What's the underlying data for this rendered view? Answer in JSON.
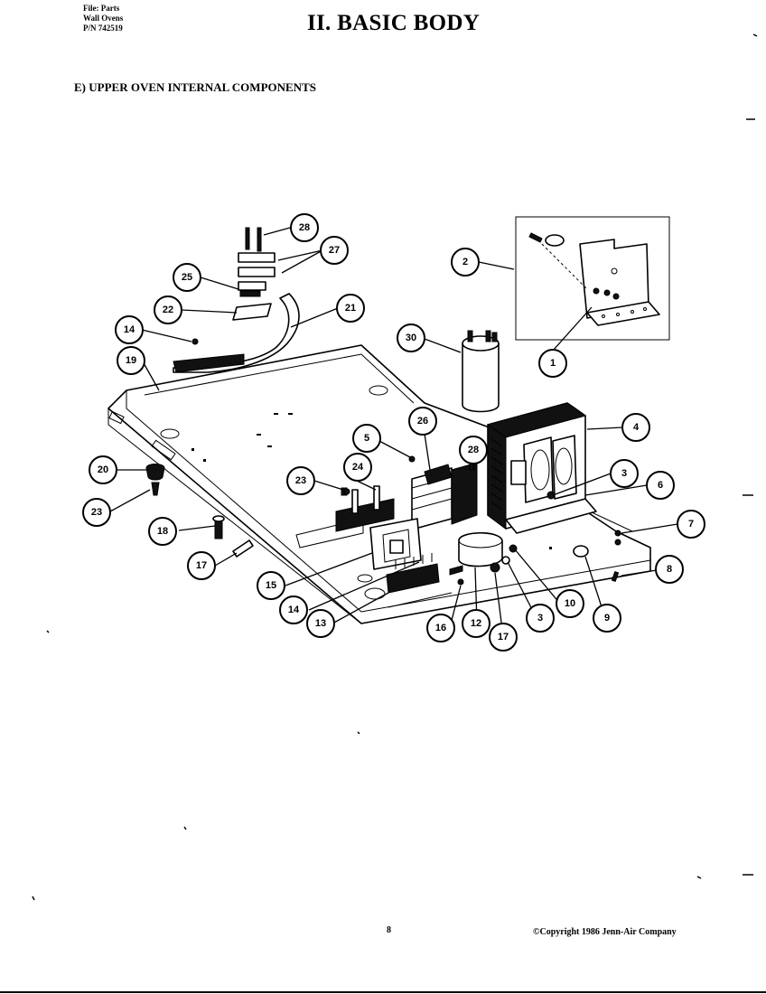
{
  "header": {
    "file_lines": [
      "File: Parts",
      "Wall Ovens",
      "P/N 742519"
    ],
    "title": "II. BASIC BODY",
    "subtitle": "E) UPPER OVEN INTERNAL COMPONENTS"
  },
  "footer": {
    "page_number": "8",
    "copyright": "©Copyright 1986 Jenn-Air Company"
  },
  "callouts": [
    {
      "id": "c28a",
      "label": "28"
    },
    {
      "id": "c27",
      "label": "27"
    },
    {
      "id": "c25",
      "label": "25"
    },
    {
      "id": "c22",
      "label": "22"
    },
    {
      "id": "c21",
      "label": "21"
    },
    {
      "id": "c14a",
      "label": "14"
    },
    {
      "id": "c19",
      "label": "19"
    },
    {
      "id": "c2",
      "label": "2"
    },
    {
      "id": "c1",
      "label": "1"
    },
    {
      "id": "c30",
      "label": "30"
    },
    {
      "id": "c26",
      "label": "26"
    },
    {
      "id": "c5",
      "label": "5"
    },
    {
      "id": "c28b",
      "label": "28"
    },
    {
      "id": "c4",
      "label": "4"
    },
    {
      "id": "c3a",
      "label": "3"
    },
    {
      "id": "c6a",
      "label": "6"
    },
    {
      "id": "c7",
      "label": "7"
    },
    {
      "id": "c8",
      "label": "8"
    },
    {
      "id": "c20",
      "label": "20"
    },
    {
      "id": "c23a",
      "label": "23"
    },
    {
      "id": "c24",
      "label": "24"
    },
    {
      "id": "c23b",
      "label": "23"
    },
    {
      "id": "c18",
      "label": "18"
    },
    {
      "id": "c17a",
      "label": "17"
    },
    {
      "id": "c15",
      "label": "15"
    },
    {
      "id": "c14b",
      "label": "14"
    },
    {
      "id": "c13",
      "label": "13"
    },
    {
      "id": "c16",
      "label": "16"
    },
    {
      "id": "c12",
      "label": "12"
    },
    {
      "id": "c17b",
      "label": "17"
    },
    {
      "id": "c3b",
      "label": "3"
    },
    {
      "id": "c10",
      "label": "10"
    },
    {
      "id": "c9",
      "label": "9"
    }
  ]
}
